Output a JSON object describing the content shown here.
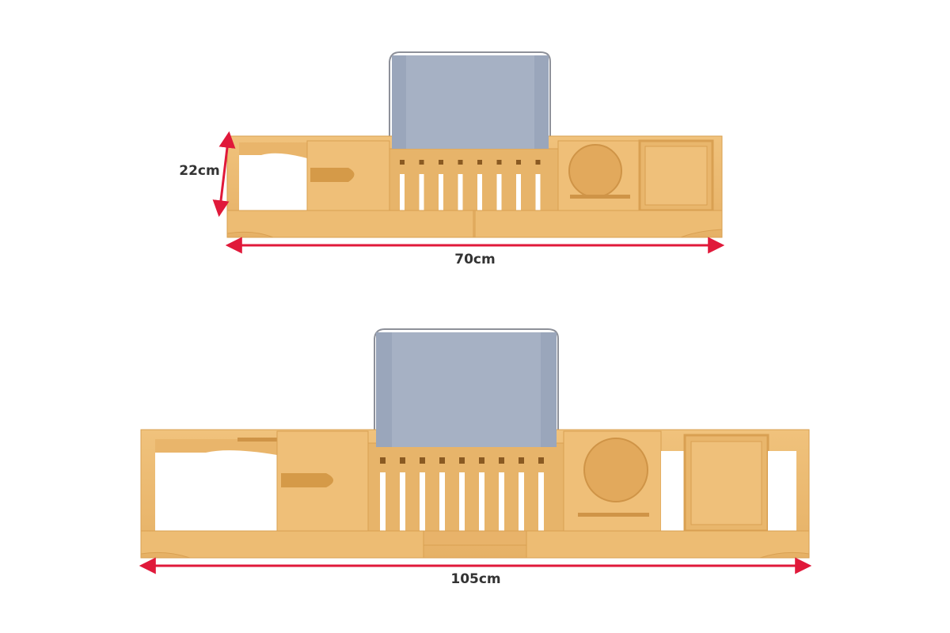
{
  "dimensions": {
    "collapsed": {
      "depth_label": "22cm",
      "width_label": "70cm"
    },
    "extended": {
      "width_label": "105cm"
    }
  },
  "colors": {
    "wood": "#ecbb72",
    "wood_dark": "#d9a052",
    "book_rest": "#a6b1c4",
    "arrow": "#e0193a",
    "text": "#333333"
  }
}
